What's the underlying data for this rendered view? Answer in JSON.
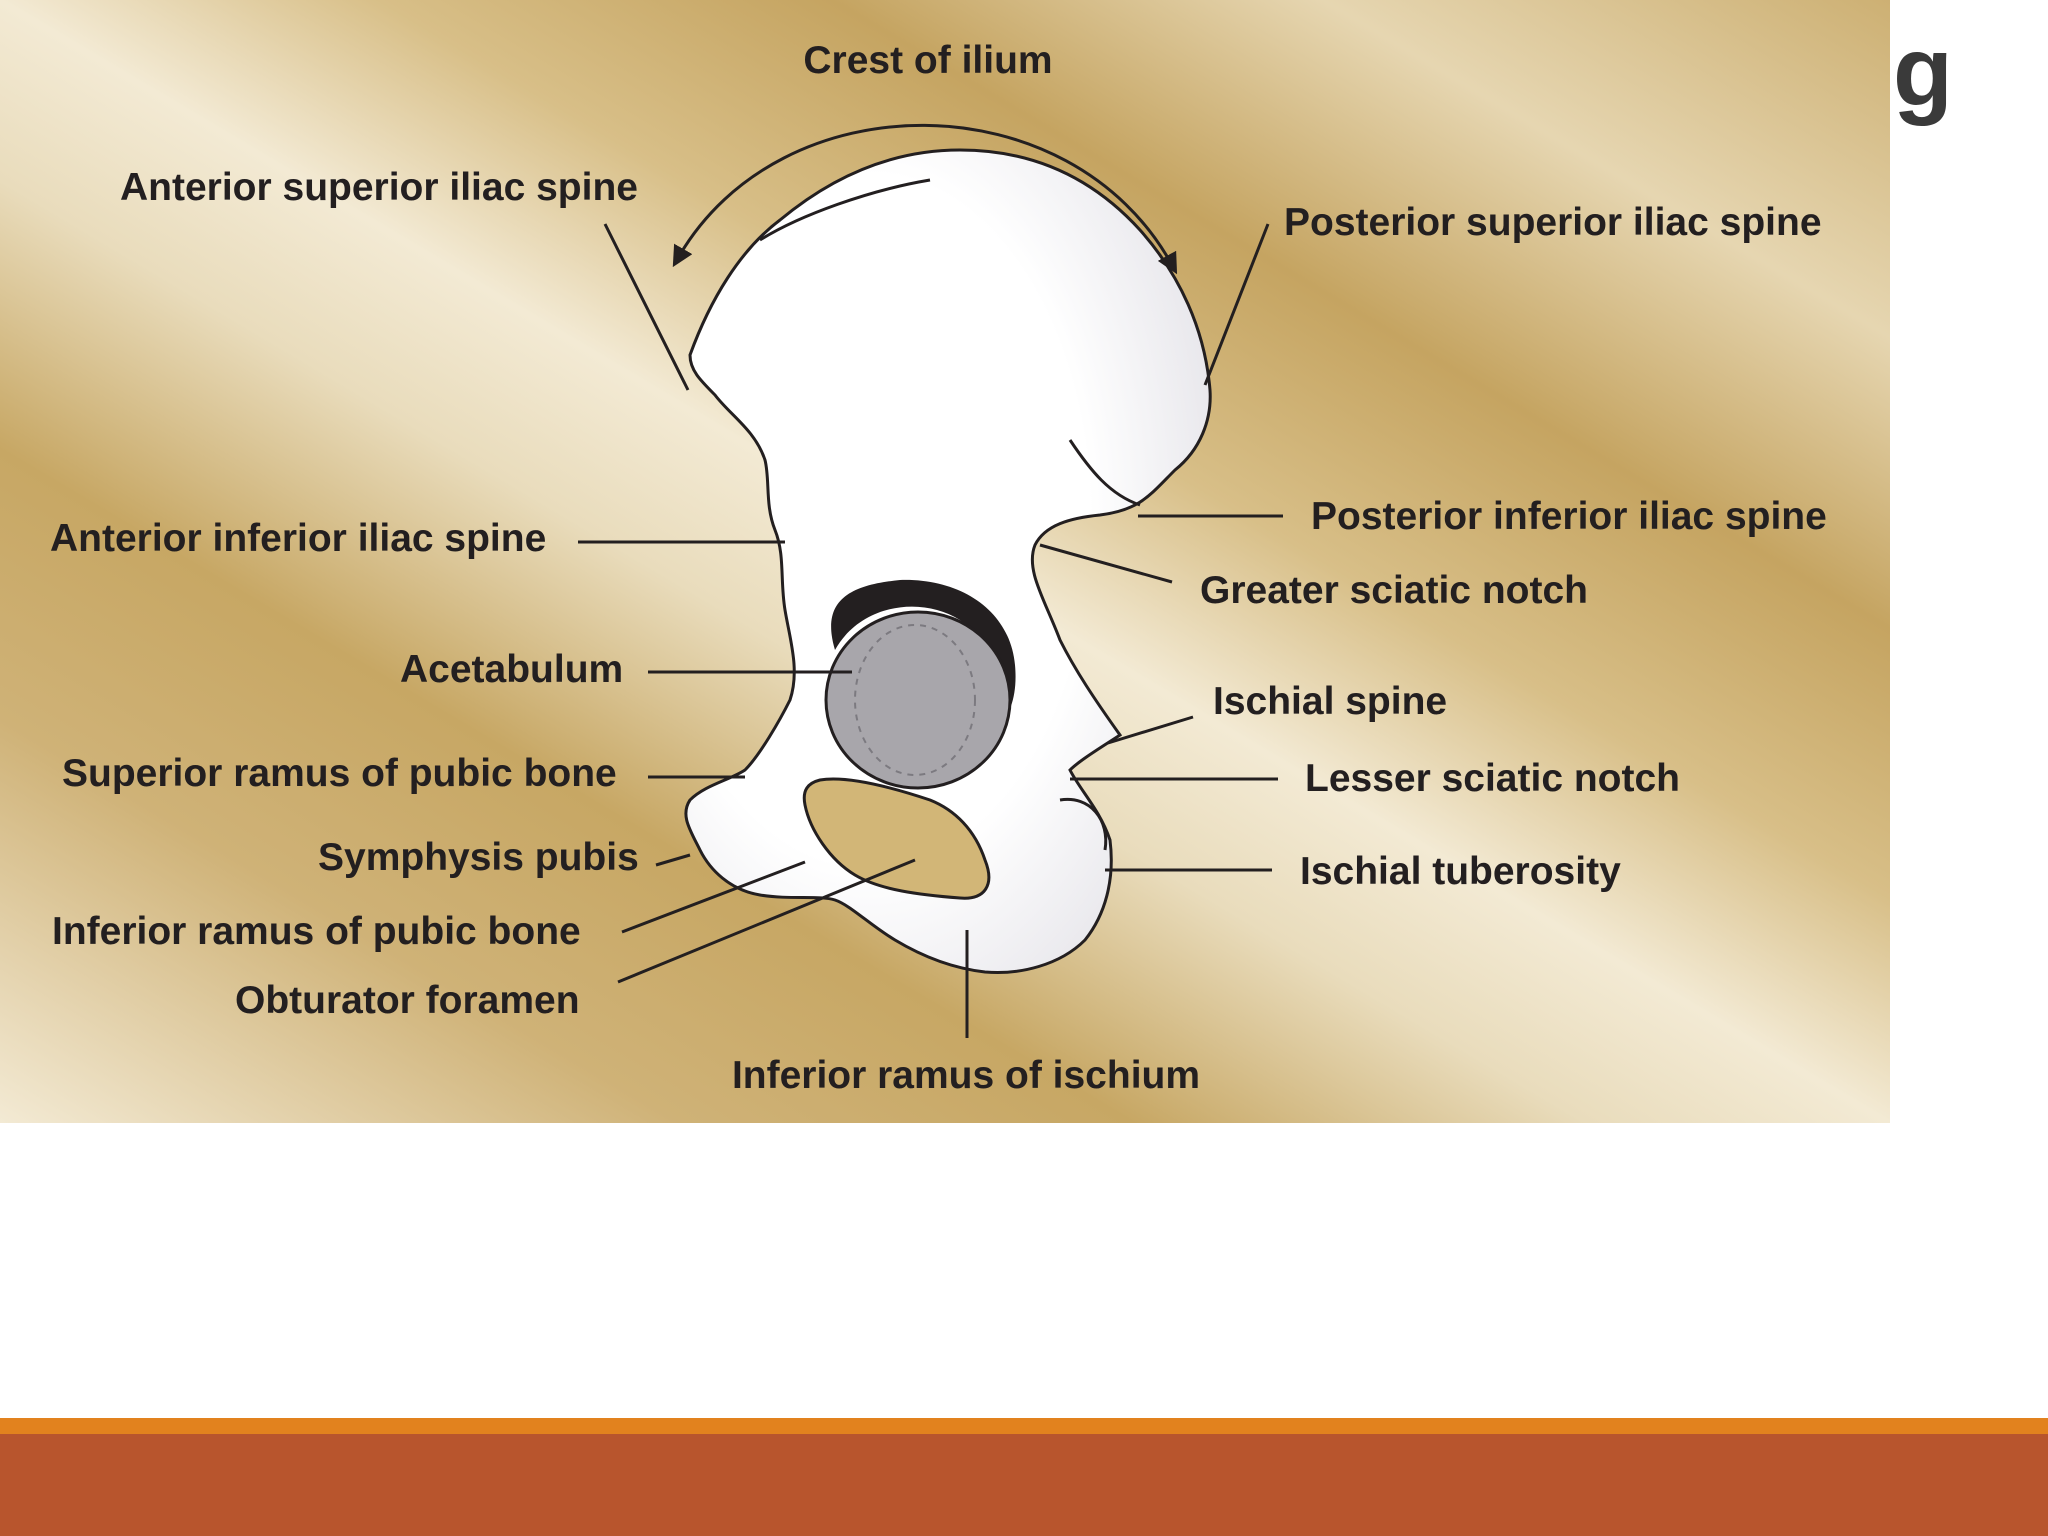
{
  "slide": {
    "title_fragment": "g"
  },
  "diagram": {
    "labels": {
      "crest_of_ilium": "Crest of ilium",
      "anterior_superior_iliac_spine": "Anterior superior iliac spine",
      "posterior_superior_iliac_spine": "Posterior superior iliac spine",
      "anterior_inferior_iliac_spine": "Anterior inferior iliac spine",
      "posterior_inferior_iliac_spine": "Posterior inferior iliac spine",
      "greater_sciatic_notch": "Greater sciatic notch",
      "acetabulum": "Acetabulum",
      "ischial_spine": "Ischial spine",
      "superior_ramus_of_pubic_bone": "Superior ramus of pubic bone",
      "lesser_sciatic_notch": "Lesser sciatic notch",
      "symphysis_pubis": "Symphysis pubis",
      "ischial_tuberosity": "Ischial tuberosity",
      "inferior_ramus_of_pubic_bone": "Inferior ramus of pubic bone",
      "obturator_foramen": "Obturator foramen",
      "inferior_ramus_of_ischium": "Inferior ramus of ischium"
    }
  },
  "colors": {
    "background_gold": "#c8a867",
    "background_light": "#efe4c8",
    "bone": "#ffffff",
    "acetabulum_gray": "#a8a6ab",
    "footer_orange": "#e2821e",
    "footer_rust": "#b8552d"
  }
}
